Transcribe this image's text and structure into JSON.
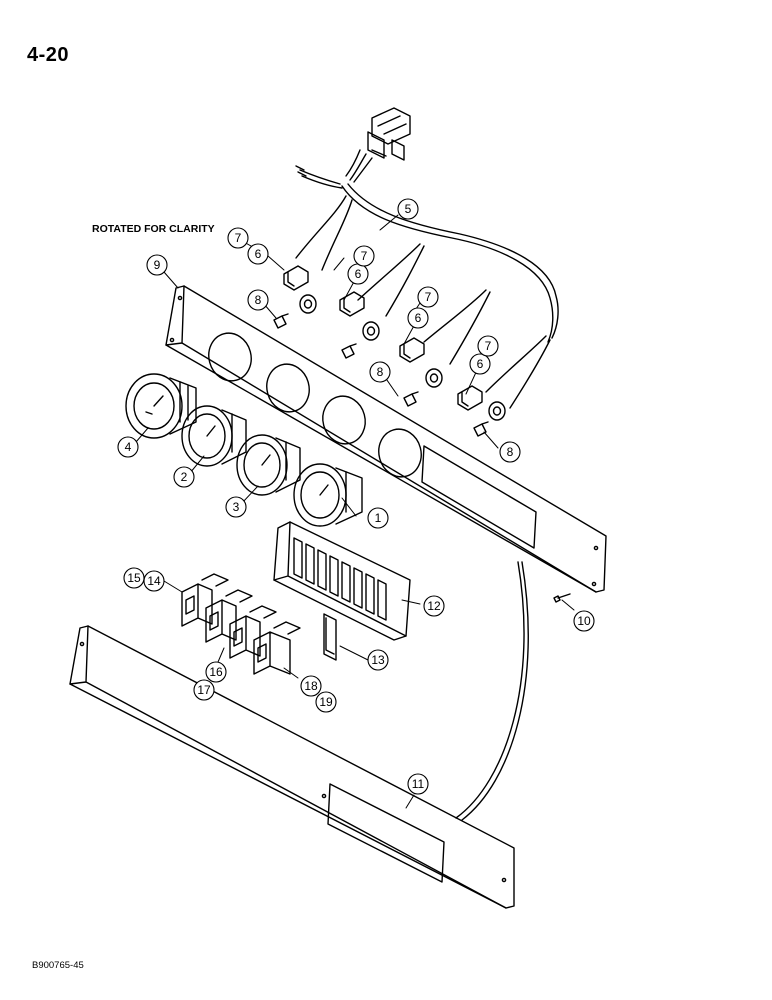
{
  "header": {
    "page_number": "4-20"
  },
  "diagram": {
    "note": "ROTATED FOR CLARITY",
    "figure_code": "B900765-45",
    "callouts": [
      {
        "id": "c1",
        "label": "1"
      },
      {
        "id": "c2",
        "label": "2"
      },
      {
        "id": "c3",
        "label": "3"
      },
      {
        "id": "c4",
        "label": "4"
      },
      {
        "id": "c5",
        "label": "5"
      },
      {
        "id": "c6a",
        "label": "6"
      },
      {
        "id": "c6b",
        "label": "6"
      },
      {
        "id": "c6c",
        "label": "6"
      },
      {
        "id": "c6d",
        "label": "6"
      },
      {
        "id": "c7a",
        "label": "7"
      },
      {
        "id": "c7b",
        "label": "7"
      },
      {
        "id": "c7c",
        "label": "7"
      },
      {
        "id": "c7d",
        "label": "7"
      },
      {
        "id": "c8a",
        "label": "8"
      },
      {
        "id": "c8b",
        "label": "8"
      },
      {
        "id": "c8c",
        "label": "8"
      },
      {
        "id": "c9",
        "label": "9"
      },
      {
        "id": "c10",
        "label": "10"
      },
      {
        "id": "c11",
        "label": "11"
      },
      {
        "id": "c12",
        "label": "12"
      },
      {
        "id": "c13",
        "label": "13"
      },
      {
        "id": "c14",
        "label": "14"
      },
      {
        "id": "c15",
        "label": "15"
      },
      {
        "id": "c16",
        "label": "16"
      },
      {
        "id": "c17",
        "label": "17"
      },
      {
        "id": "c18",
        "label": "18"
      },
      {
        "id": "c19",
        "label": "19"
      }
    ]
  }
}
